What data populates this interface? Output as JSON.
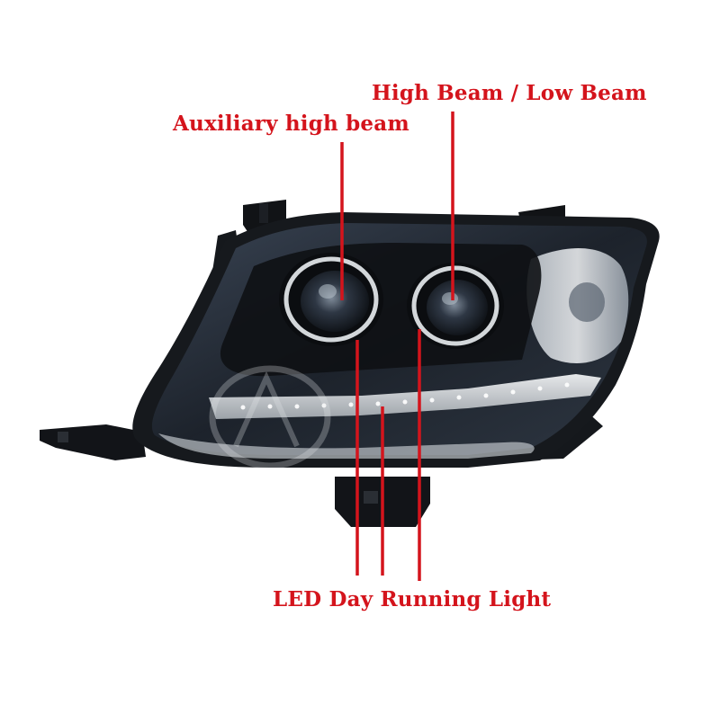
{
  "labels": {
    "high_low_beam": "High Beam / Low Beam",
    "auxiliary_high_beam": "Auxiliary high beam",
    "led_drl": "LED Day Running Light"
  },
  "colors": {
    "callout": "#d4141c",
    "housing": "#15171b",
    "lens_tint": "#2a3340",
    "drl_strip": "#c9ccd0"
  }
}
